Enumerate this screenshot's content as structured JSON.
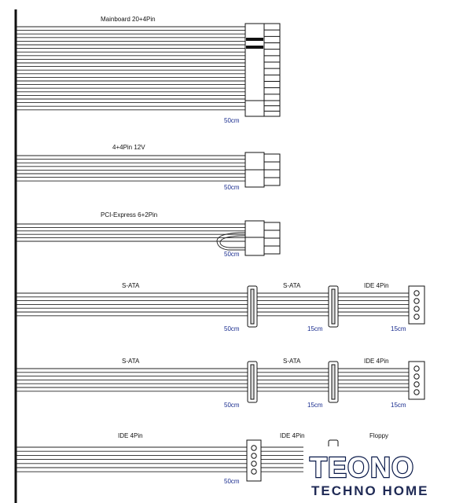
{
  "cables": [
    {
      "label": "Mainboard 20+4Pin",
      "lengths": [
        "50cm"
      ]
    },
    {
      "label": "4+4Pin 12V",
      "lengths": [
        "50cm"
      ]
    },
    {
      "label": "PCI-Express 6+2Pin",
      "lengths": [
        "50cm"
      ]
    },
    {
      "labels": [
        "S-ATA",
        "S-ATA",
        "IDE 4Pin"
      ],
      "lengths": [
        "50cm",
        "15cm",
        "15cm"
      ]
    },
    {
      "labels": [
        "S-ATA",
        "S-ATA",
        "IDE 4Pin"
      ],
      "lengths": [
        "50cm",
        "15cm",
        "15cm"
      ]
    },
    {
      "labels": [
        "IDE 4Pin",
        "IDE 4Pin",
        "Floppy"
      ],
      "lengths": [
        "50cm"
      ]
    }
  ],
  "logo": {
    "main": "TEONO",
    "sub": "TECHNO HOME"
  },
  "colors": {
    "line": "#111111",
    "length_text": "#1a2d8f",
    "logo_outline": "#0a1a4a"
  }
}
